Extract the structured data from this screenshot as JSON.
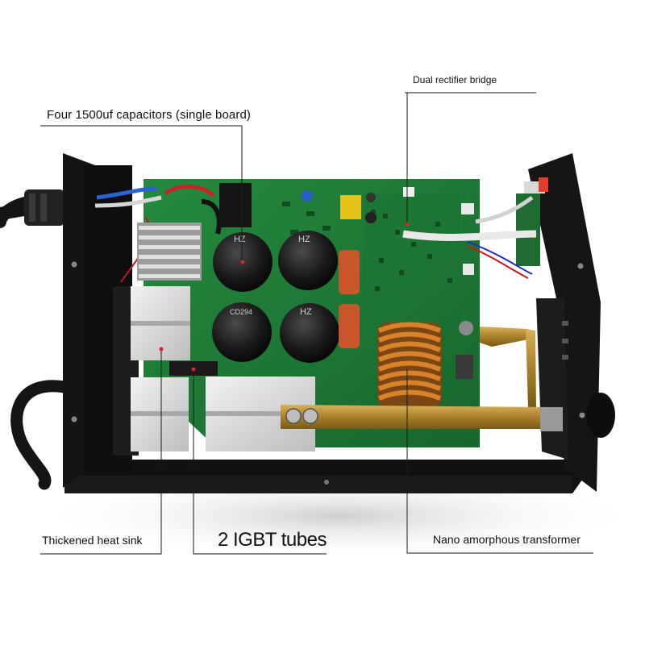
{
  "labels": {
    "capacitors": "Four 1500uf capacitors (single board)",
    "rectifier": "Dual rectifier bridge",
    "heat_sink": "Thickened heat sink",
    "igbt": "2 IGBT tubes",
    "transformer": "Nano amorphous transformer"
  },
  "capacitor_marks": {
    "top_left": "HZ",
    "top_right": "HZ",
    "bottom_left": "CD294",
    "bottom_right": "HZ"
  },
  "colors": {
    "pcb": "#1f7a36",
    "chassis": "#121212",
    "copper_coil": "#c7711f",
    "brass_bar": "#b28a33",
    "heat_sink": "#d9d9d9",
    "marker": "#e0202a"
  }
}
